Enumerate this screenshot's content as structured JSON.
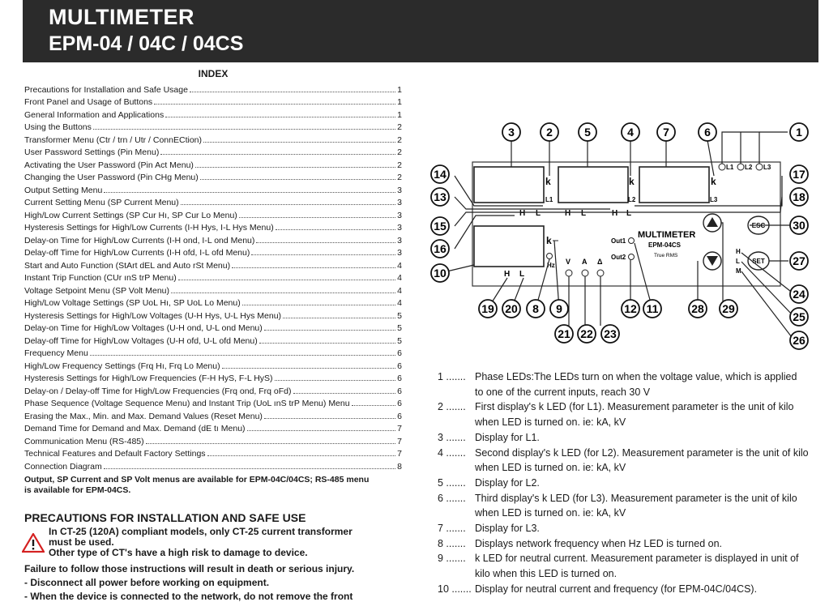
{
  "header": {
    "title_line1": "MULTIMETER",
    "title_line2": "EPM-04 / 04C / 04CS"
  },
  "index": {
    "title": "INDEX",
    "items": [
      {
        "label": "Precautions for Installation and Safe Usage",
        "page": "1"
      },
      {
        "label": "Front Panel and Usage of Buttons",
        "page": "1"
      },
      {
        "label": "General Information and Applications",
        "page": "1"
      },
      {
        "label": "Using the Buttons",
        "page": "2"
      },
      {
        "label": "Transformer Menu (Ctr / trn / Utr / ConnECtion)",
        "page": "2"
      },
      {
        "label": "User Password Settings (Pin Menu)",
        "page": "2"
      },
      {
        "label": "Activating the User Password (Pin Act Menu)",
        "page": "2"
      },
      {
        "label": "Changing the User Password (Pin CHg Menu)",
        "page": "2"
      },
      {
        "label": "Output Setting Menu",
        "page": "3"
      },
      {
        "label": "Current Setting Menu (SP Current Menu)",
        "page": "3"
      },
      {
        "label": "High/Low Current Settings (SP Cur Hı, SP Cur Lo Menu)",
        "page": "3"
      },
      {
        "label": "Hysteresis Settings for High/Low Currents (I-H Hys, I-L Hys Menu)",
        "page": "3"
      },
      {
        "label": "Delay-on Time for High/Low Currents (I-H ond, I-L ond Menu)",
        "page": "3"
      },
      {
        "label": "Delay-off Time for High/Low Currents (I-H ofd, I-L ofd Menu)",
        "page": "3"
      },
      {
        "label": "Start and Auto Function (StArt dEL and Auto rSt Menu)",
        "page": "4"
      },
      {
        "label": "Instant Trip Function (CUr ınS trP Menu)",
        "page": "4"
      },
      {
        "label": "Voltage Setpoint Menu (SP Volt Menu)",
        "page": "4"
      },
      {
        "label": "High/Low Voltage Settings (SP UoL Hı, SP UoL Lo Menu)",
        "page": "4"
      },
      {
        "label": "Hysteresis Settings for High/Low Voltages (U-H Hys, U-L Hys Menu)",
        "page": "5"
      },
      {
        "label": "Delay-on Time for High/Low Voltages (U-H ond, U-L ond Menu)",
        "page": "5"
      },
      {
        "label": "Delay-off Time for High/Low Voltages (U-H ofd, U-L ofd Menu)",
        "page": "5"
      },
      {
        "label": "Frequency Menu",
        "page": "6"
      },
      {
        "label": "High/Low Frequency Settings (Frq Hı, Frq Lo Menu)",
        "page": "6"
      },
      {
        "label": "Hysteresis Settings for High/Low Frequencies (F-H HyS, F-L HyS)",
        "page": "6"
      },
      {
        "label": "Delay-on / Delay-off Time for High/Low Frequencies (Frq ond, Frq oFd)",
        "page": "6"
      },
      {
        "label": "Phase Sequence (Voltage Sequence Menu) and Instant Trip (UoL ınS trP Menu) Menu",
        "page": "6"
      },
      {
        "label": "Erasing the Max., Min. and Max. Demand Values (Reset Menu)",
        "page": "6"
      },
      {
        "label": "Demand Time for Demand and Max. Demand (dE tı Menu)",
        "page": "7"
      },
      {
        "label": "Communication Menu (RS-485)",
        "page": "7"
      },
      {
        "label": "Technical Features and Default Factory Settings",
        "page": "7"
      },
      {
        "label": "Connection Diagram",
        "page": "8"
      }
    ],
    "note_line1": "Output, SP Current and SP Volt menus are available for EPM-04C/04CS; RS-485 menu",
    "note_line2": "is available for EPM-04CS."
  },
  "precautions": {
    "title": "PRECAUTIONS FOR INSTALLATION AND SAFE USE",
    "warning_line1": "In CT-25 (120A) compliant models, only CT-25 current transformer",
    "warning_line2": "must be used.",
    "warning_line3": "Other type of CT's have a high risk to damage to device.",
    "line1": "Failure to follow those instructions will result in death or serious injury.",
    "line2": "- Disconnect all power before working on equipment.",
    "line3": "- When the device is connected to the network, do not remove the front"
  },
  "diagram": {
    "brand": "MULTIMETER",
    "model": "EPM-04CS",
    "rms": "True RMS",
    "k": "k",
    "l1": "L1",
    "l2": "L2",
    "l3": "L3",
    "h": "H",
    "l": "L",
    "m": "M",
    "hz": "Hz",
    "v": "V",
    "a": "A",
    "delta": "Δ",
    "out1": "Out1",
    "out2": "Out2",
    "esc": "ESC",
    "set": "SET",
    "callouts": [
      "1",
      "2",
      "3",
      "4",
      "5",
      "6",
      "7",
      "8",
      "9",
      "10",
      "11",
      "12",
      "13",
      "14",
      "15",
      "16",
      "17",
      "18",
      "19",
      "20",
      "21",
      "22",
      "23",
      "24",
      "25",
      "26",
      "27",
      "28",
      "29",
      "30"
    ]
  },
  "legend": [
    {
      "num": "1 .......",
      "text": "Phase LEDs:The LEDs turn on when the voltage value, which is applied",
      "cont": "to one of the current inputs, reach 30 V"
    },
    {
      "num": "2 .......",
      "text": "First display's k LED (for L1). Measurement parameter is the unit of kilo",
      "cont": "when LED is turned on. ie: kA, kV"
    },
    {
      "num": "3 .......",
      "text": "Display for L1.",
      "cont": ""
    },
    {
      "num": "4 .......",
      "text": "Second display's k LED (for L2). Measurement parameter is the unit of kilo",
      "cont": "when LED is turned on. ie: kA, kV"
    },
    {
      "num": "5 .......",
      "text": "Display for L2.",
      "cont": ""
    },
    {
      "num": "6 .......",
      "text": "Third display's k LED (for L3). Measurement parameter is the unit of kilo",
      "cont": "when LED is turned on. ie: kA, kV"
    },
    {
      "num": "7 .......",
      "text": "Display for L3.",
      "cont": ""
    },
    {
      "num": "8 .......",
      "text": "Displays network frequency when Hz LED is turned on.",
      "cont": ""
    },
    {
      "num": "9 .......",
      "text": "k LED for neutral current. Measurement parameter is displayed in unit of",
      "cont": "kilo when this LED is turned on."
    },
    {
      "num": "10 .......",
      "text": "Display for neutral current and frequency (for EPM-04C/04CS).",
      "cont": ""
    }
  ]
}
